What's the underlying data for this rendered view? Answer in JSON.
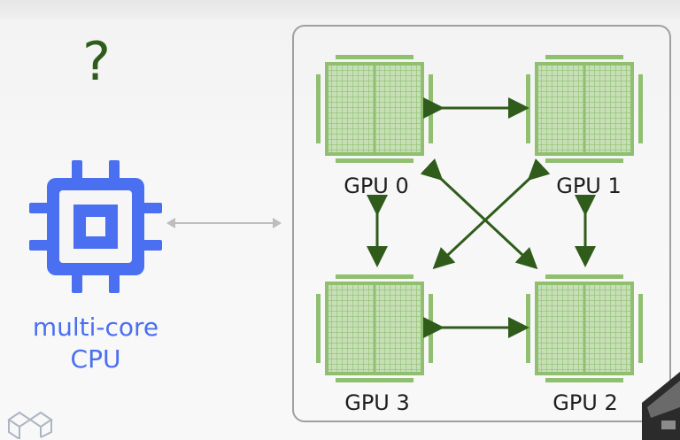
{
  "question_mark": "?",
  "cpu": {
    "label_line1": "multi-core",
    "label_line2": "CPU"
  },
  "gpus": {
    "gpu0": "GPU 0",
    "gpu1": "GPU 1",
    "gpu2": "GPU 2",
    "gpu3": "GPU 3"
  },
  "colors": {
    "cpu_blue": "#4a6ff0",
    "gpu_green": "#8fbf6f",
    "arrow_green": "#2f5c1a",
    "link_gray": "#bdbdbd",
    "frame_gray": "#a0a0a0"
  }
}
